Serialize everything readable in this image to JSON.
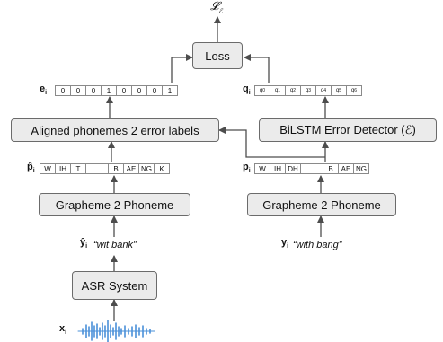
{
  "loss_top": {
    "symbol": "𝓛",
    "sub": "ℰ"
  },
  "boxes": {
    "loss": "Loss",
    "aligned": "Aligned phonemes 2 error labels",
    "bilstm": "BiLSTM Error Detector (ℰ)",
    "g2p_left": "Grapheme 2 Phoneme",
    "g2p_right": "Grapheme 2 Phoneme",
    "asr": "ASR System"
  },
  "labels": {
    "e": {
      "main": "e",
      "sub": "i"
    },
    "q": {
      "main": "q",
      "sub": "i"
    },
    "phat": {
      "main": "p̂",
      "sub": "i"
    },
    "p": {
      "main": "p",
      "sub": "i"
    },
    "yhat": {
      "main": "ŷ",
      "sub": "i"
    },
    "y": {
      "main": "y",
      "sub": "i"
    },
    "x": {
      "main": "x",
      "sub": "i"
    }
  },
  "e_cells": [
    "0",
    "0",
    "0",
    "1",
    "0",
    "0",
    "0",
    "1"
  ],
  "q_cells": [
    "q0",
    "q1",
    "q2",
    "q3",
    "q4",
    "q5",
    "q6"
  ],
  "phat_cells": [
    "W",
    "IH",
    "T",
    "",
    "B",
    "AE",
    "NG",
    "K"
  ],
  "p_cells": [
    "W",
    "IH",
    "DH",
    "",
    "B",
    "AE",
    "NG"
  ],
  "quotes": {
    "left": "“wit  bank”",
    "right": "“with bang”"
  },
  "colors": {
    "box_fill": "#ebebeb",
    "box_border": "#6b6b6b",
    "arrow": "#4d4d4d",
    "waveform": "#4a90d9"
  }
}
